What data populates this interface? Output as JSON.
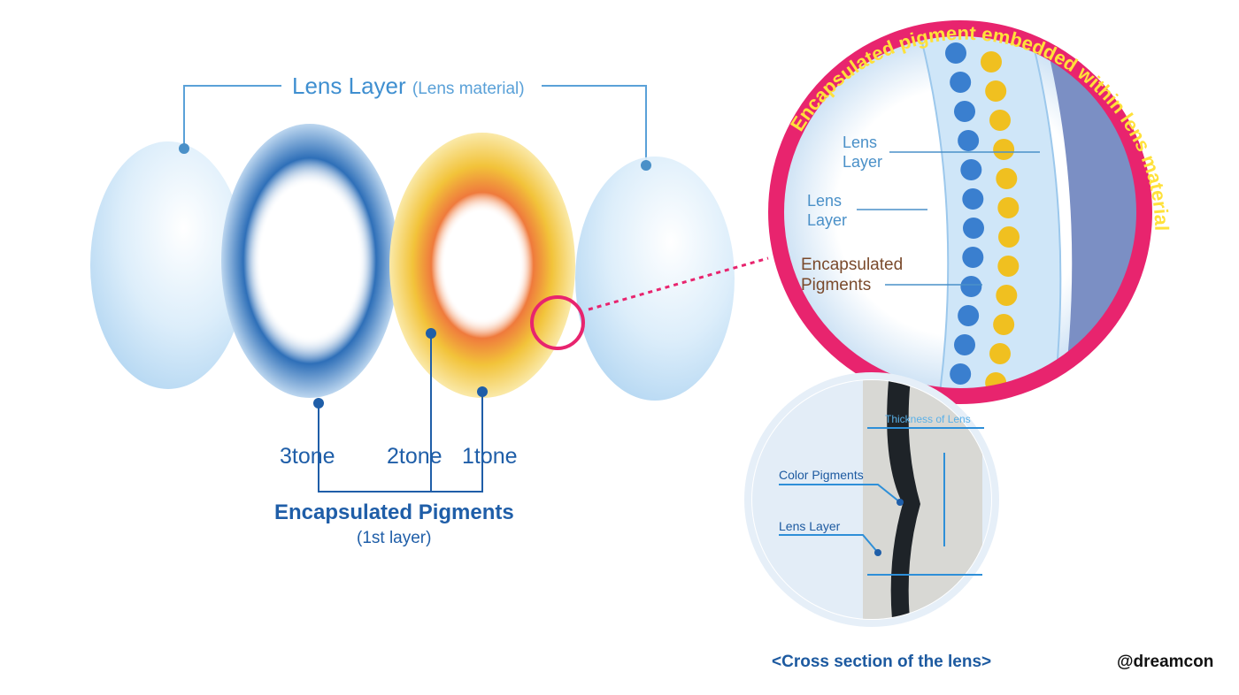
{
  "title": {
    "main": "Lens Layer",
    "sub": "(Lens material)"
  },
  "tones": [
    "3tone",
    "2tone",
    "1tone"
  ],
  "encapsulated": {
    "label": "Encapsulated Pigments",
    "sub": "(1st layer)"
  },
  "zoom_circle": {
    "arc_text": "Encapsulated pigment embedded within lens material",
    "labels": [
      "Lens Layer",
      "Lens Layer",
      "Encapsulated Pigments"
    ]
  },
  "cross_section": {
    "thickness": "Thickness of Lens",
    "color_pigments": "Color Pigments",
    "lens_layer": "Lens Layer",
    "caption": "<Cross section of the lens>"
  },
  "watermark": "@dreamcon",
  "colors": {
    "accent_pink": "#e8246e",
    "blue": "#1f5ea8",
    "arc_yellow": "#ffe13a"
  }
}
